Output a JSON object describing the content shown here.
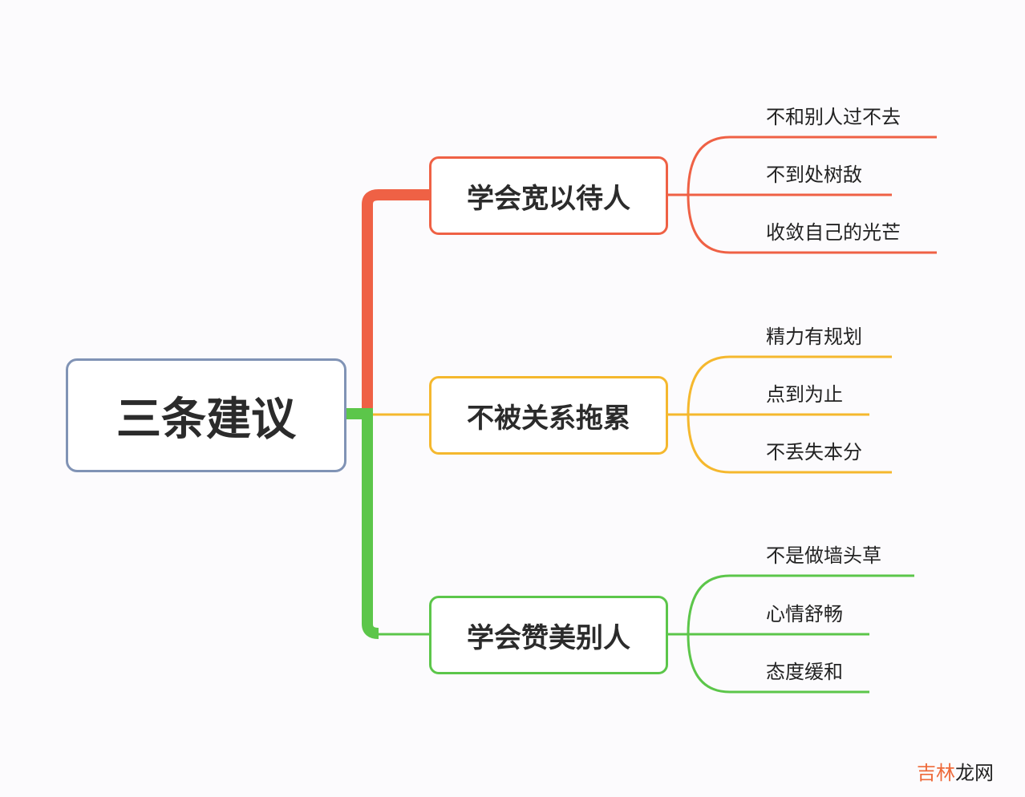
{
  "root": {
    "label": "三条建议",
    "color": "#8093b5"
  },
  "branches": [
    {
      "label": "学会宽以待人",
      "color": "#ef6145",
      "leaves": [
        "不和别人过不去",
        "不到处树敌",
        "收敛自己的光芒"
      ]
    },
    {
      "label": "不被关系拖累",
      "color": "#f5b82e",
      "leaves": [
        "精力有规划",
        "点到为止",
        "不丢失本分"
      ]
    },
    {
      "label": "学会赞美别人",
      "color": "#5cc64a",
      "leaves": [
        "不是做墙头草",
        "心情舒畅",
        "态度缓和"
      ]
    }
  ],
  "watermark": {
    "part1": "吉林",
    "part2": "龙网"
  }
}
